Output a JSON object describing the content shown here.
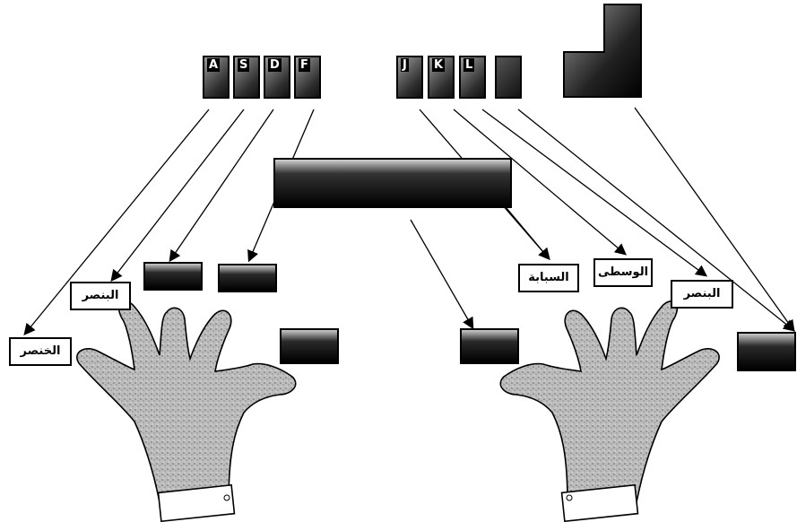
{
  "left_keys": [
    "A",
    "S",
    "D",
    "F"
  ],
  "right_keys": [
    "J",
    "K",
    "L",
    ""
  ],
  "left_labels": {
    "pinky": "الخنصر",
    "ring": "البنصر",
    "middle": "",
    "index": "",
    "thumb": ""
  },
  "right_labels": {
    "index": "السبابة",
    "middle": "الوسطى",
    "ring": "البنصر",
    "pinky": "",
    "thumb": ""
  },
  "space_bar": "",
  "colors": {
    "ink": "#000000",
    "hand_fill": "#bdbdbd",
    "background": "#ffffff"
  }
}
